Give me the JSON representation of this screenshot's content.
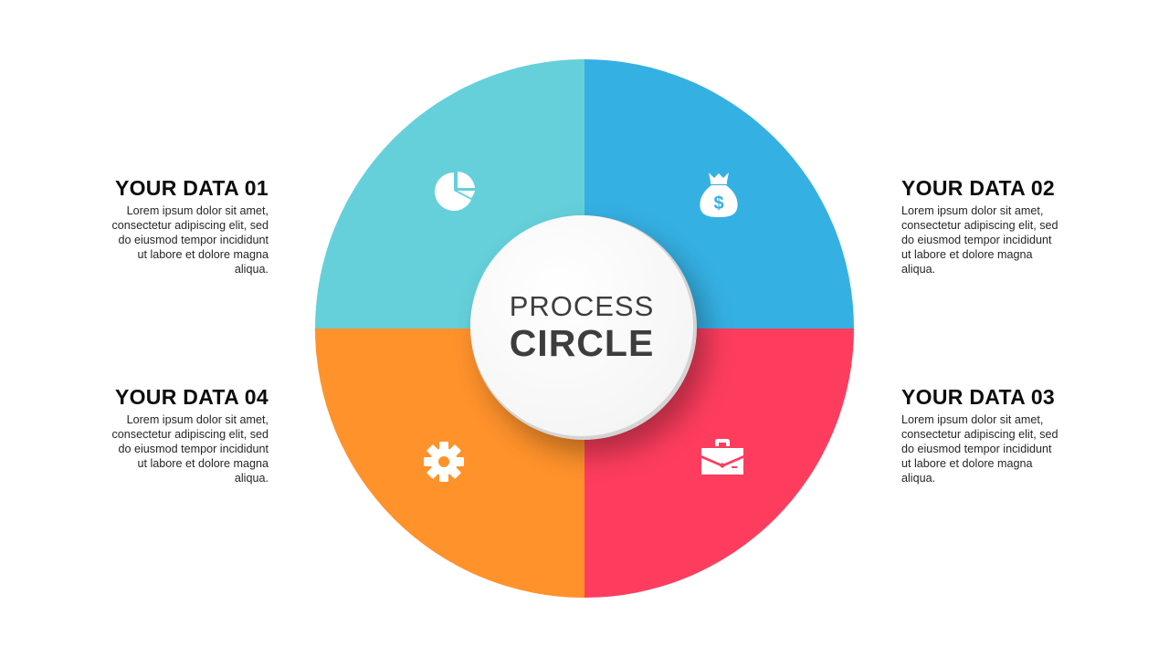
{
  "center": {
    "line1": "PROCESS",
    "line2": "CIRCLE"
  },
  "segments": [
    {
      "id": "01",
      "title": "YOUR DATA 01",
      "text": "Lorem ipsum dolor sit amet, consectetur adipiscing elit, sed do eiusmod tempor incididunt ut labore et dolore magna aliqua.",
      "lines": [
        "Lorem ipsum dolor sit amet,",
        "consectetur  adipiscing elit, sed",
        "do eiusmod tempor incididunt",
        "ut labore et dolore magna",
        "aliqua."
      ],
      "color": "#65D0DA",
      "icon": "pie-chart-icon",
      "position": "top-left"
    },
    {
      "id": "02",
      "title": "YOUR DATA 02",
      "text": "Lorem ipsum dolor sit amet, consectetur adipiscing elit, sed do eiusmod tempor incididunt ut labore et dolore magna aliqua.",
      "lines": [
        "Lorem ipsum dolor sit amet,",
        "consectetur  adipiscing elit, sed",
        "do eiusmod tempor incididunt",
        "ut labore et dolore magna",
        "aliqua."
      ],
      "color": "#35B0E3",
      "icon": "money-bag-icon",
      "position": "top-right"
    },
    {
      "id": "03",
      "title": "YOUR DATA 03",
      "text": "Lorem ipsum dolor sit amet, consectetur adipiscing elit, sed do eiusmod tempor incididunt ut labore et dolore magna aliqua.",
      "lines": [
        "Lorem ipsum dolor sit amet,",
        "consectetur  adipiscing elit, sed",
        "do eiusmod tempor incididunt",
        "ut labore et dolore magna",
        "aliqua."
      ],
      "color": "#FE3D5E",
      "icon": "briefcase-icon",
      "position": "bottom-right"
    },
    {
      "id": "04",
      "title": "YOUR DATA 04",
      "text": "Lorem ipsum dolor sit amet, consectetur adipiscing elit, sed do eiusmod tempor incididunt ut labore et dolore magna aliqua.",
      "lines": [
        "Lorem ipsum dolor sit amet,",
        "consectetur  adipiscing elit, sed",
        "do eiusmod tempor incididunt",
        "ut labore et dolore magna",
        "aliqua."
      ],
      "color": "#FF922B",
      "icon": "gear-icon",
      "position": "bottom-left"
    }
  ]
}
